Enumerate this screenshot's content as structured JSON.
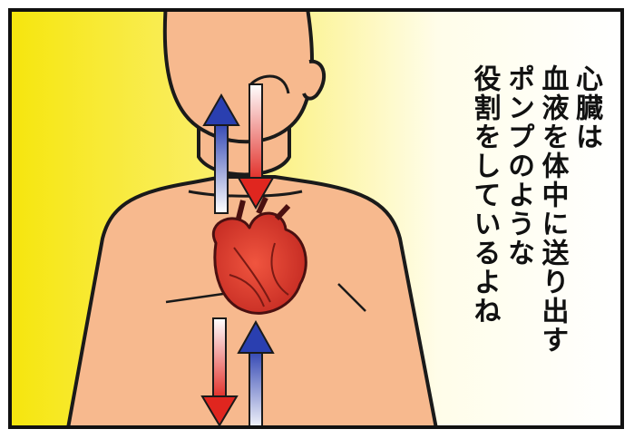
{
  "caption": {
    "lines": [
      "心臓は",
      "血液を体中に送り出す",
      "ポンプのような",
      "役割をしているよね"
    ]
  },
  "colors": {
    "panel_gradient_left": "#f6e60e",
    "panel_gradient_right": "#ffffff",
    "skin": "#f7b98e",
    "heart": "#e23a2f",
    "arrow_red": "#e0261f",
    "arrow_blue": "#2a3fb0"
  }
}
